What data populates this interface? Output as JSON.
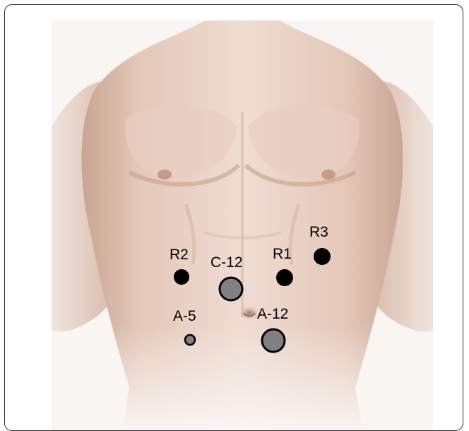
{
  "figure": {
    "subject": "Anterior abdomen with trocar port placement",
    "ports": [
      {
        "id": "r2",
        "label": "R2",
        "type": "robotic",
        "fill": "#000000"
      },
      {
        "id": "c12",
        "label": "C-12",
        "type": "camera",
        "fill": "#808080"
      },
      {
        "id": "r1",
        "label": "R1",
        "type": "robotic",
        "fill": "#000000"
      },
      {
        "id": "r3",
        "label": "R3",
        "type": "robotic",
        "fill": "#000000"
      },
      {
        "id": "a5",
        "label": "A-5",
        "type": "assistant",
        "fill": "#808080"
      },
      {
        "id": "a12",
        "label": "A-12",
        "type": "assistant",
        "fill": "#808080"
      }
    ]
  },
  "colors": {
    "skin_light": "#ecd7cd",
    "skin_mid": "#d9b9a8",
    "skin_shadow": "#b8907c",
    "port_black": "#000000",
    "port_gray": "#808080",
    "frame_border": "#2b2b2b"
  }
}
